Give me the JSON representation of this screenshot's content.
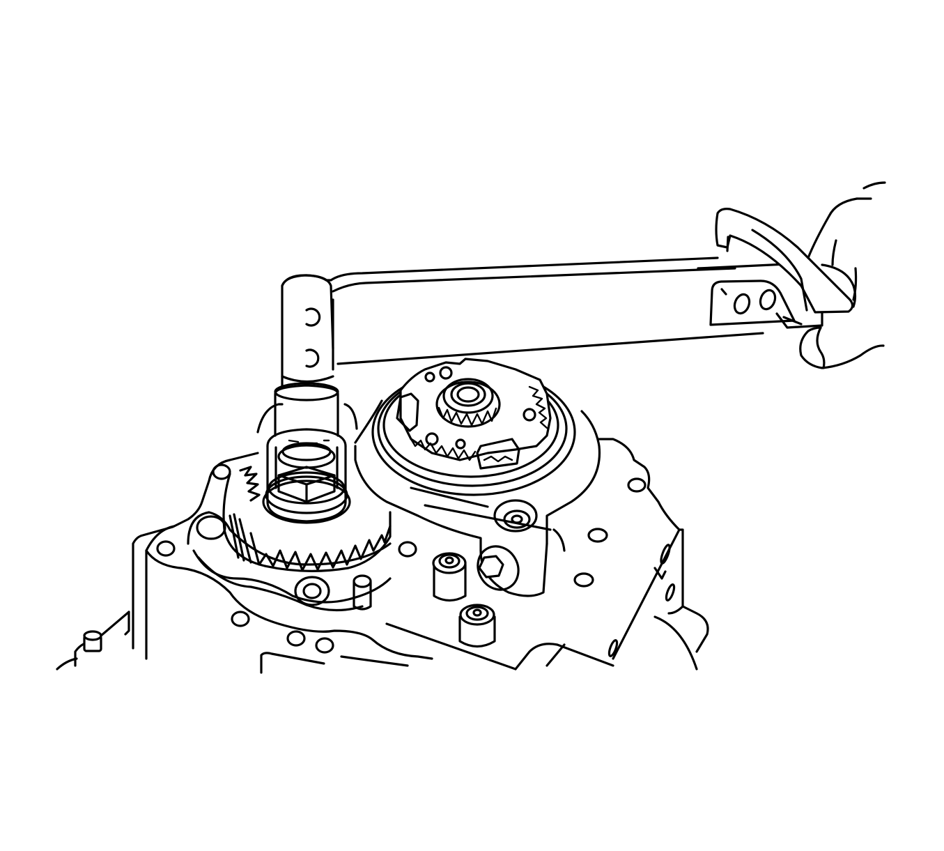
{
  "figure": {
    "type": "technical-line-illustration",
    "subject": "transmission-gear-removal-with-holding-tool",
    "background_color": "#ffffff",
    "line_color": "#000000",
    "labels": []
  },
  "components": [
    {
      "id": "holding-tool",
      "kind": "tool"
    },
    {
      "id": "socket-extension",
      "kind": "tool"
    },
    {
      "id": "technician-hand",
      "kind": "hand"
    },
    {
      "id": "helical-gear",
      "kind": "gear"
    },
    {
      "id": "planetary-gear-assembly",
      "kind": "gear"
    },
    {
      "id": "transmission-case",
      "kind": "housing"
    },
    {
      "id": "retaining-nut",
      "kind": "fastener"
    },
    {
      "id": "bolt-heads",
      "kind": "fastener"
    }
  ]
}
